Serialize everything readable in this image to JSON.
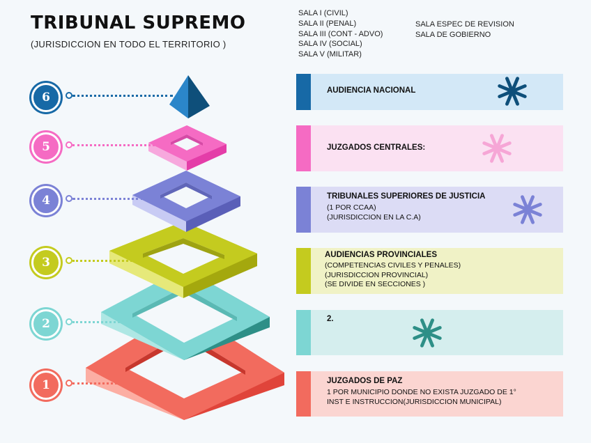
{
  "header": {
    "title": "TRIBUNAL SUPREMO",
    "subtitle": "(JURISDICCION EN TODO EL TERRITORIO )"
  },
  "salas_left": [
    "SALA I (CIVIL)",
    "SALA II (PENAL)",
    "SALA III (CONT - ADVO)",
    "SALA IV (SOCIAL)",
    "SALA V (MILITAR)"
  ],
  "salas_right": [
    "SALA ESPEC DE REVISION",
    "SALA DE GOBIERNO"
  ],
  "levels": [
    {
      "number": "6",
      "color": "#1769a6",
      "panel_bg": "#d3e8f7",
      "heading": "AUDIENCIA NACIONAL",
      "lines": [],
      "icon": "asterisk-icon"
    },
    {
      "number": "5",
      "color": "#f56bc3",
      "panel_bg": "#fbe1f2",
      "heading": "JUZGADOS CENTRALES:",
      "lines": [],
      "icon": "asterisk-icon"
    },
    {
      "number": "4",
      "color": "#7b82d6",
      "panel_bg": "#dcdcf5",
      "heading": "TRIBUNALES SUPERIORES DE JUSTICIA",
      "lines": [
        "(1 POR CCAA)",
        "(JURISDICCION EN LA C.A)"
      ],
      "icon": "asterisk-icon"
    },
    {
      "number": "3",
      "color": "#c4cb1f",
      "panel_bg": "#f0f2c6",
      "heading": "AUDIENCIAS PROVINCIALES",
      "lines": [
        "(COMPETENCIAS CIVILES Y PENALES)",
        "(JURISDICCION PROVINCIAL)",
        "(SE DIVIDE EN SECCIONES )"
      ],
      "icon": ""
    },
    {
      "number": "2",
      "color": "#7dd6d3",
      "panel_bg": "#d5eeee",
      "heading": "2.",
      "lines": [],
      "icon": "asterisk-icon"
    },
    {
      "number": "1",
      "color": "#f26b5e",
      "panel_bg": "#fbd5d1",
      "heading": "JUZGADOS DE PAZ",
      "lines": [
        "1 POR MUNICIPIO DONDE NO EXISTA JUZGADO DE 1°",
        "INST E INSTRUCCION(JURISDICCION MUNICIPAL)"
      ],
      "icon": ""
    }
  ],
  "colors": {
    "asterisk_6": "#0e4f7a",
    "asterisk_5": "#f6a6d6",
    "asterisk_4": "#7b82d6",
    "asterisk_2": "#2e8f87"
  }
}
